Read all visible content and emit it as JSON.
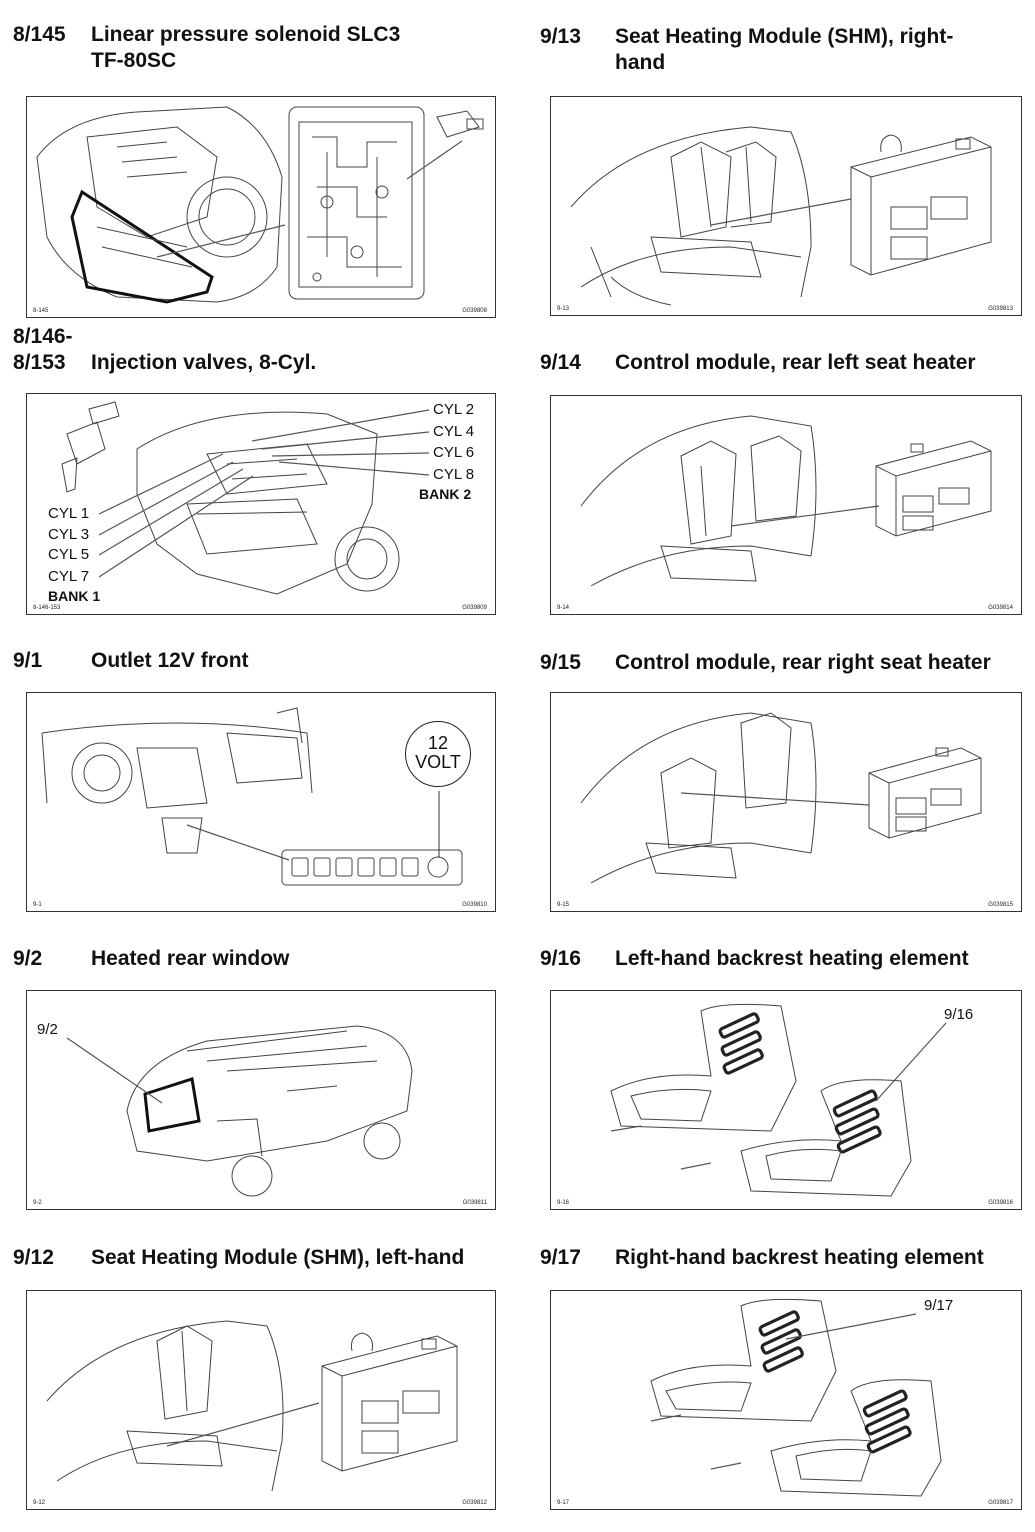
{
  "entries": [
    {
      "code": "8/145",
      "title": "Linear pressure solenoid SLC3\nTF-80SC",
      "fig_id": "8-145",
      "g_id": "G039808"
    },
    {
      "code": "9/13",
      "title": "Seat Heating Module (SHM), right-\nhand",
      "fig_id": "9-13",
      "g_id": "G039813"
    },
    {
      "code": "8/146-\n8/153",
      "title": "Injection valves, 8-Cyl.",
      "fig_id": "8-146-153",
      "g_id": "G039809",
      "labels": {
        "cyl2": "CYL 2",
        "cyl4": "CYL 4",
        "cyl6": "CYL 6",
        "cyl8": "CYL 8",
        "bank2": "BANK 2",
        "cyl1": "CYL 1",
        "cyl3": "CYL 3",
        "cyl5": "CYL 5",
        "cyl7": "CYL 7",
        "bank1": "BANK 1"
      }
    },
    {
      "code": "9/14",
      "title": "Control module, rear left seat heater",
      "fig_id": "9-14",
      "g_id": "G039814"
    },
    {
      "code": "9/1",
      "title": "Outlet 12V front",
      "fig_id": "9-1",
      "g_id": "G039810",
      "labels": {
        "volt_top": "12",
        "volt_bottom": "VOLT"
      }
    },
    {
      "code": "9/15",
      "title": "Control module, rear right seat heater",
      "fig_id": "9-15",
      "g_id": "G039815"
    },
    {
      "code": "9/2",
      "title": "Heated rear window",
      "fig_id": "9-2",
      "g_id": "G039811",
      "labels": {
        "callout": "9/2"
      }
    },
    {
      "code": "9/16",
      "title": "Left-hand backrest heating element",
      "fig_id": "9-16",
      "g_id": "G039816",
      "labels": {
        "callout": "9/16"
      }
    },
    {
      "code": "9/12",
      "title": "Seat Heating Module (SHM), left-hand",
      "fig_id": "9-12",
      "g_id": "G039812"
    },
    {
      "code": "9/17",
      "title": "Right-hand backrest heating element",
      "fig_id": "9-17",
      "g_id": "G039817",
      "labels": {
        "callout": "9/17"
      }
    }
  ]
}
